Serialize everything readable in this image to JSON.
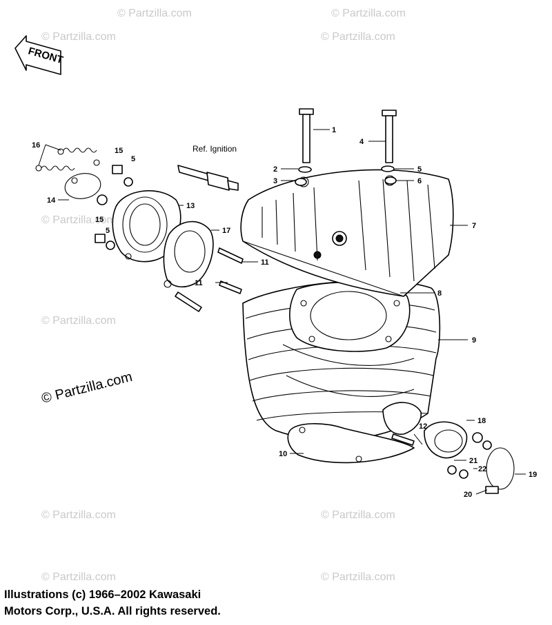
{
  "direction_label": "FRONT",
  "reference_label": "Ref. Ignition",
  "watermark": "© Partzilla.com",
  "copyright_line1": "Illustrations (c) 1966–2002 Kawasaki",
  "copyright_line2": "Motors Corp., U.S.A.  All rights reserved.",
  "callouts": {
    "c1": "1",
    "c2": "2",
    "c3": "3",
    "c4": "4",
    "c5a": "5",
    "c5b": "5",
    "c5c": "5",
    "c6": "6",
    "c7": "7",
    "c8": "8",
    "c9": "9",
    "c10": "10",
    "c11a": "11",
    "c11b": "11",
    "c12": "12",
    "c13": "13",
    "c14": "14",
    "c15a": "15",
    "c15b": "15",
    "c16": "16",
    "c17": "17",
    "c18": "18",
    "c19": "19",
    "c20": "20",
    "c21": "21",
    "c22": "22"
  }
}
